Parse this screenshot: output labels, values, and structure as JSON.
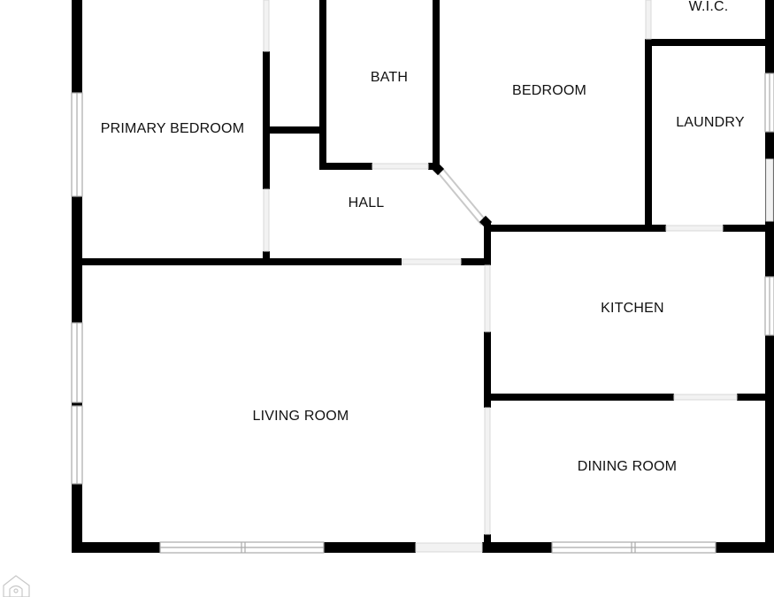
{
  "floor_plan": {
    "colors": {
      "wall": "#000000",
      "window_frame": "#a9a9a9",
      "window_fill": "#ffffff",
      "door_gap": "#f2f2f2",
      "watermark": "#c8c8c8",
      "background": "#ffffff"
    },
    "rooms": {
      "primary_bedroom": "PRIMARY BEDROOM",
      "bath": "BATH",
      "bedroom": "BEDROOM",
      "wic": "W.I.C.",
      "laundry": "LAUNDRY",
      "hall": "HALL",
      "kitchen": "KITCHEN",
      "living_room": "LIVING ROOM",
      "dining_room": "DINING ROOM"
    },
    "icons": {
      "watermark": "house-outline-icon"
    }
  }
}
